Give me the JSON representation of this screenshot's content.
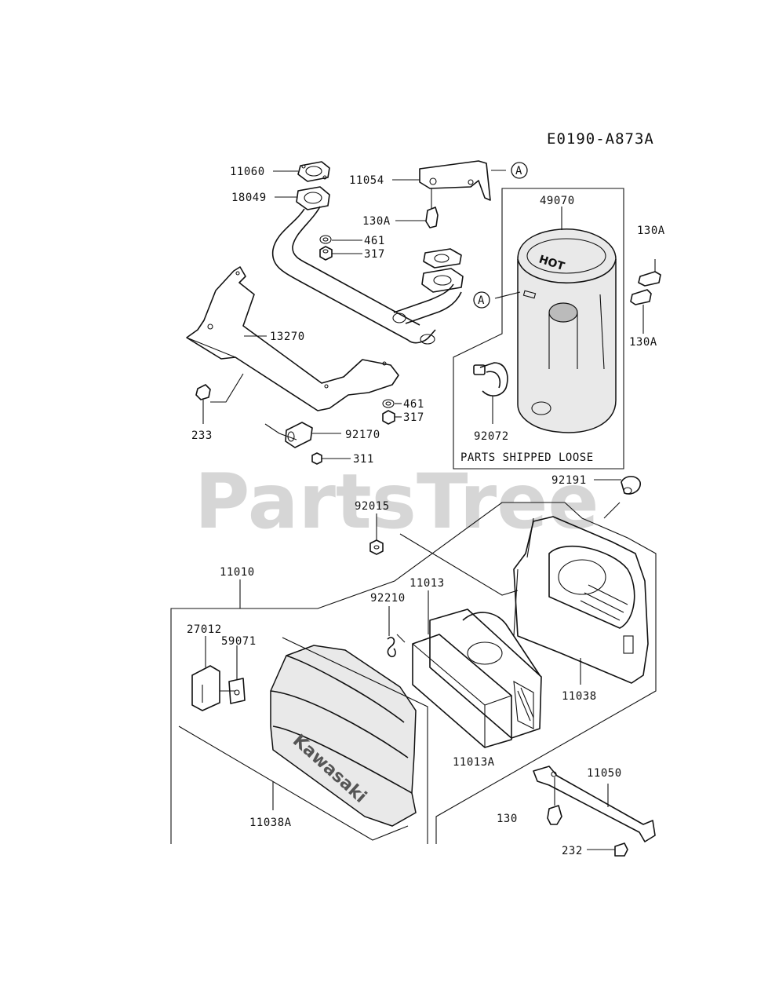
{
  "diagram": {
    "code": "E0190-A873A",
    "watermark": "PartsTree",
    "loose_note": "PARTS SHIPPED LOOSE",
    "ref_letter": "A",
    "cover_brand": "Kawasaki",
    "hot_text": "HOT",
    "labels": {
      "p11060": "11060",
      "p11054": "11054",
      "p18049": "18049",
      "p130A_top": "130A",
      "p461_a": "461",
      "p317_a": "317",
      "p49070": "49070",
      "p130A_r1": "130A",
      "p130A_r2": "130A",
      "p13270": "13270",
      "p461_b": "461",
      "p317_b": "317",
      "p233": "233",
      "p92170": "92170",
      "p311": "311",
      "p92072": "92072",
      "p92191": "92191",
      "p92015": "92015",
      "p11010": "11010",
      "p11013": "11013",
      "p92210": "92210",
      "p27012": "27012",
      "p59071": "59071",
      "p11038": "11038",
      "p11013A": "11013A",
      "p11050": "11050",
      "p130": "130",
      "p11038A": "11038A",
      "p232": "232"
    }
  }
}
